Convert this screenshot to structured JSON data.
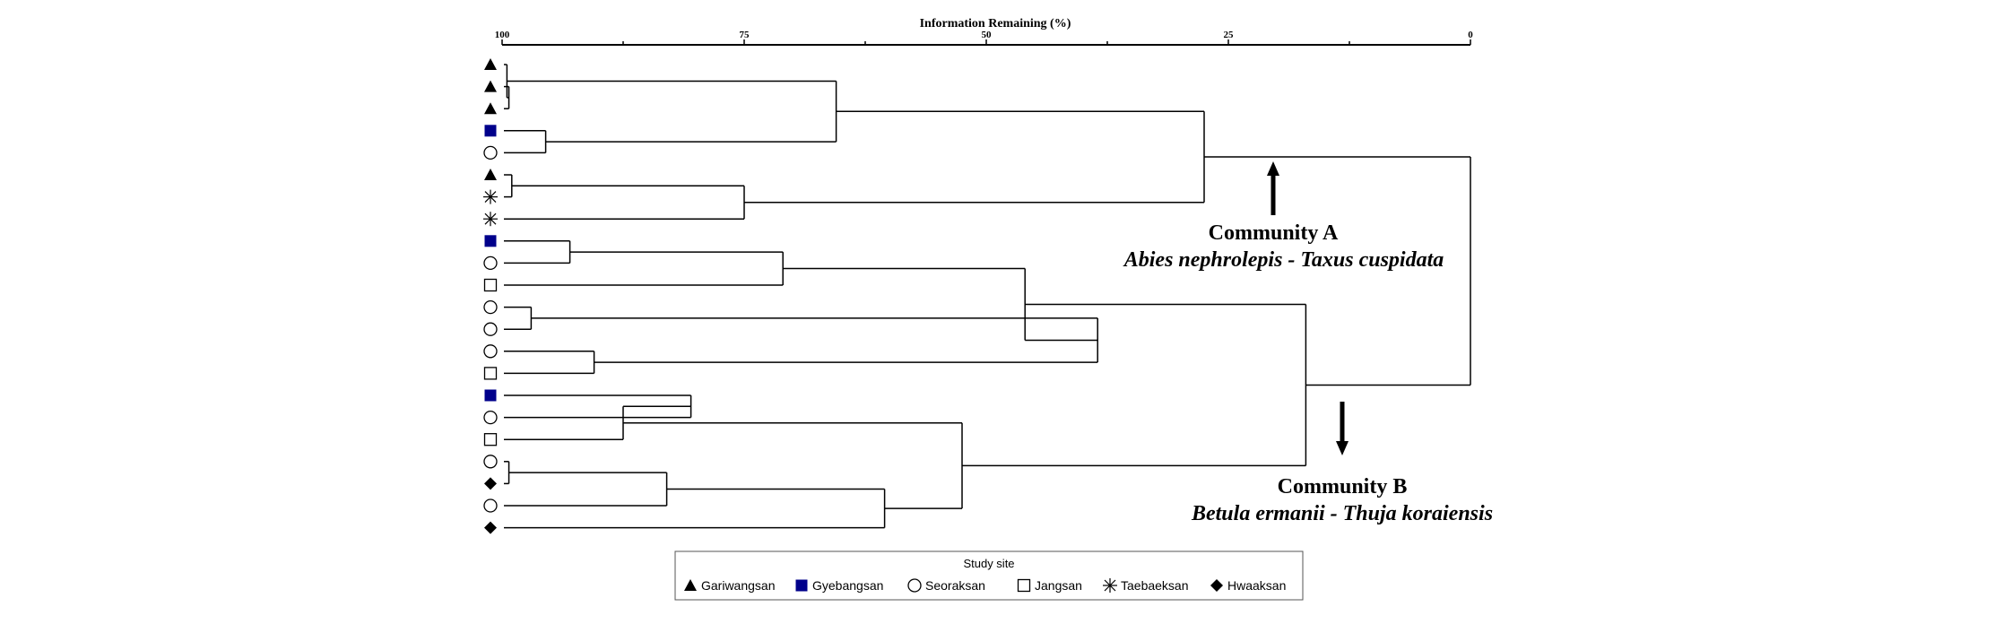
{
  "axis": {
    "title": "Information Remaining (%)",
    "ticks": [
      "100",
      "75",
      "50",
      "25",
      "0"
    ],
    "range": [
      100,
      0
    ]
  },
  "communities": {
    "a": {
      "title": "Community A",
      "species": "Abies nephrolepis - Taxus cuspidata"
    },
    "b": {
      "title": "Community B",
      "species": "Betula ermanii - Thuja koraiensis"
    }
  },
  "legend": {
    "title": "Study site",
    "items": [
      {
        "site": "Gariwangsan",
        "label": "Gariwangsan",
        "marker": "triangle-filled"
      },
      {
        "site": "Gyebangsan",
        "label": "Gyebangsan",
        "marker": "square-filled-blue"
      },
      {
        "site": "Seoraksan",
        "label": "Seoraksan",
        "marker": "circle-open"
      },
      {
        "site": "Jangsan",
        "label": "Jangsan",
        "marker": "square-open"
      },
      {
        "site": "Taebaeksan",
        "label": "Taebaeksan",
        "marker": "asterisk"
      },
      {
        "site": "Hwaaksan",
        "label": "Hwaaksan",
        "marker": "diamond-filled"
      }
    ]
  },
  "colors": {
    "gyebangsan": "#00008B",
    "lines": "#000000"
  },
  "leaves": [
    "Gariwangsan",
    "Gariwangsan",
    "Gariwangsan",
    "Gyebangsan",
    "Seoraksan",
    "Gariwangsan",
    "Taebaeksan",
    "Taebaeksan",
    "Gyebangsan",
    "Seoraksan",
    "Jangsan",
    "Seoraksan",
    "Seoraksan",
    "Seoraksan",
    "Jangsan",
    "Gyebangsan",
    "Seoraksan",
    "Jangsan",
    "Seoraksan",
    "Hwaaksan",
    "Seoraksan",
    "Hwaaksan"
  ],
  "merges": [
    {
      "id": "m1",
      "children": [
        1,
        2
      ],
      "level": 99.3
    },
    {
      "id": "m2",
      "children": [
        0,
        "m1"
      ],
      "level": 99.5
    },
    {
      "id": "m3",
      "children": [
        3,
        4
      ],
      "level": 95.5
    },
    {
      "id": "m4",
      "children": [
        "m2",
        "m3"
      ],
      "level": 65.5
    },
    {
      "id": "m5",
      "children": [
        5,
        6
      ],
      "level": 99.0
    },
    {
      "id": "m6",
      "children": [
        "m5",
        7
      ],
      "level": 75.0
    },
    {
      "id": "m7",
      "children": [
        "m4",
        "m6"
      ],
      "level": 27.5
    },
    {
      "id": "m8",
      "children": [
        8,
        9
      ],
      "level": 93.0
    },
    {
      "id": "m9",
      "children": [
        "m8",
        10
      ],
      "level": 71.0
    },
    {
      "id": "m10",
      "children": [
        11,
        12
      ],
      "level": 97.0
    },
    {
      "id": "m11",
      "children": [
        13,
        14
      ],
      "level": 90.5
    },
    {
      "id": "m12",
      "children": [
        "m10",
        "m11"
      ],
      "level": 38.5
    },
    {
      "id": "m13",
      "children": [
        "m9",
        "m12"
      ],
      "level": 46.0
    },
    {
      "id": "m14",
      "children": [
        15,
        16
      ],
      "level": 80.5
    },
    {
      "id": "m15",
      "children": [
        "m14",
        17
      ],
      "level": 87.5
    },
    {
      "id": "m16",
      "children": [
        18,
        19
      ],
      "level": 99.3
    },
    {
      "id": "m17",
      "children": [
        "m16",
        20
      ],
      "level": 83.0
    },
    {
      "id": "m18",
      "children": [
        "m17",
        21
      ],
      "level": 60.5
    },
    {
      "id": "m19",
      "children": [
        "m15",
        "m18"
      ],
      "level": 52.5
    },
    {
      "id": "m20",
      "children": [
        "m13",
        "m19"
      ],
      "level": 17.0
    },
    {
      "id": "m21",
      "children": [
        "m7",
        "m20"
      ],
      "level": 0
    }
  ]
}
